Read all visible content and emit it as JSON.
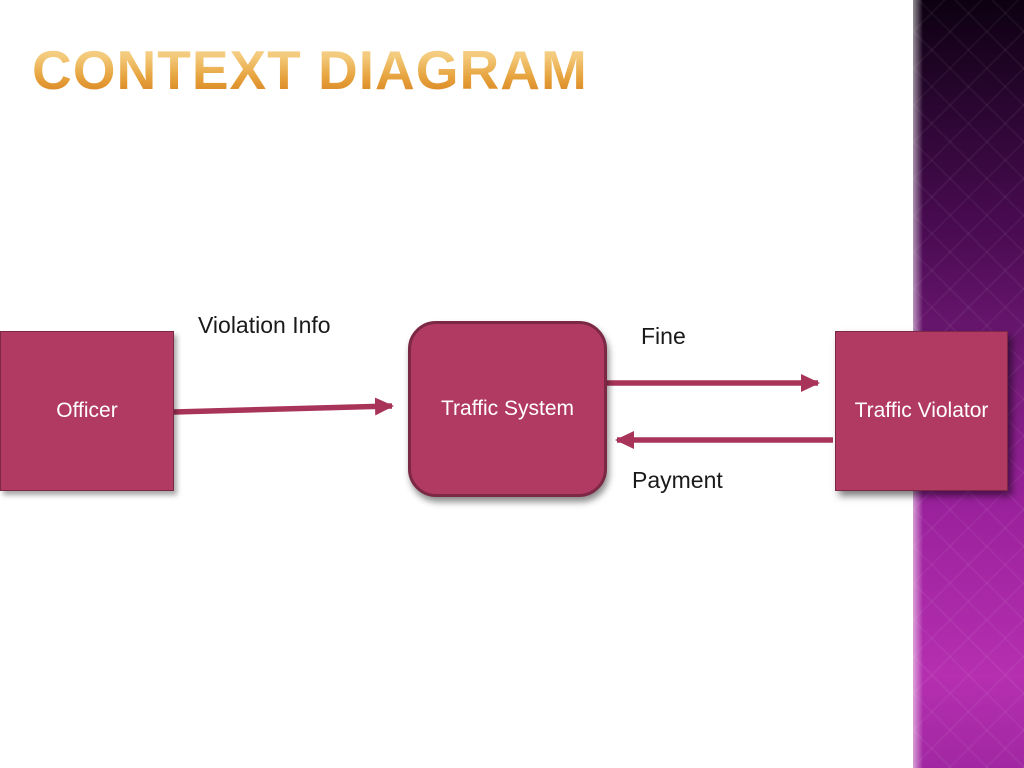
{
  "slide": {
    "title": "CONTEXT DIAGRAM"
  },
  "diagram": {
    "nodes": [
      {
        "id": "officer",
        "label": "Officer"
      },
      {
        "id": "traffic-system",
        "label": "Traffic System"
      },
      {
        "id": "traffic-violator",
        "label": "Traffic Violator"
      }
    ],
    "edges": [
      {
        "label": "Violation Info",
        "from": "Officer",
        "to": "Traffic System"
      },
      {
        "label": "Fine",
        "from": "Traffic System",
        "to": "Traffic Violator"
      },
      {
        "label": "Payment",
        "from": "Traffic Violator",
        "to": "Traffic System"
      }
    ]
  },
  "colors": {
    "slide_bg": "#ffffff",
    "node_fill": "#b13a62",
    "node_border": "#7c2746",
    "node_text": "#ffffff",
    "arrow": "#a93459",
    "label_text": "#1a1a1a",
    "title_gold": "#e7a23e",
    "sidebar_top": "#0d0111",
    "sidebar_mid": "#731a78",
    "sidebar_bottom": "#b52fb0"
  }
}
